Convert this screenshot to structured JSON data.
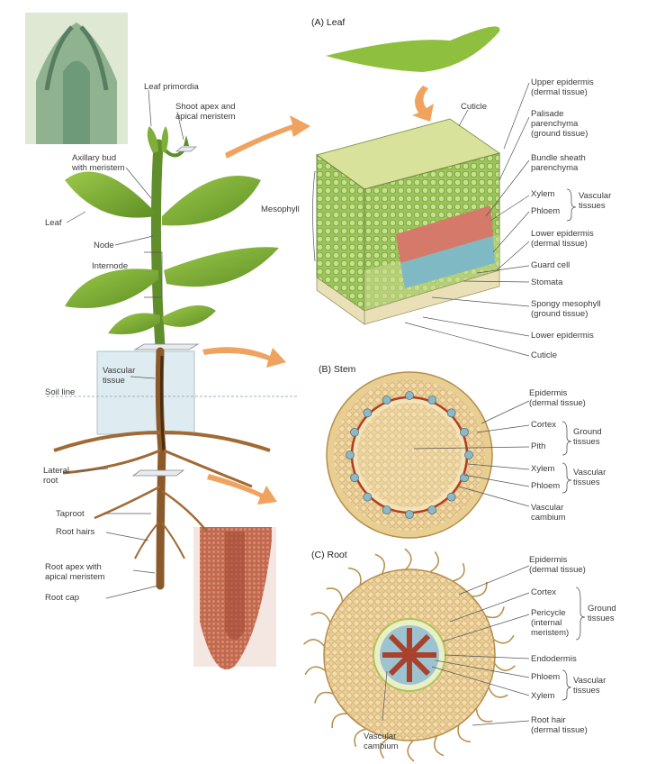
{
  "headings": {
    "leaf": "(A) Leaf",
    "stem": "(B) Stem",
    "root": "(C) Root"
  },
  "plant": {
    "leaf_primordia": "Leaf primordia",
    "shoot_apex": "Shoot apex and",
    "shoot_apex2": "apical meristem",
    "axillary_bud": "Axillary bud",
    "axillary_bud2": "with meristem",
    "leaf": "Leaf",
    "node": "Node",
    "internode": "Internode",
    "vascular_tissue": "Vascular",
    "vascular_tissue2": "tissue",
    "soil_line": "Soil line",
    "lateral_root": "Lateral",
    "lateral_root2": "root",
    "taproot": "Taproot",
    "root_hairs": "Root hairs",
    "root_apex": "Root apex with",
    "root_apex2": "apical meristem",
    "root_cap": "Root cap"
  },
  "leaf_section": {
    "cuticle_top": "Cuticle",
    "upper_epidermis": "Upper epidermis",
    "upper_epidermis2": "(dermal tissue)",
    "palisade": "Palisade",
    "palisade2": "parenchyma",
    "palisade3": "(ground tissue)",
    "bundle_sheath": "Bundle sheath",
    "bundle_sheath2": "parenchyma",
    "xylem": "Xylem",
    "phloem": "Phloem",
    "vascular": "Vascular",
    "vascular2": "tissues",
    "lower_epidermis": "Lower epidermis",
    "lower_epidermis2": "(dermal tissue)",
    "guard_cell": "Guard cell",
    "stomata": "Stomata",
    "spongy": "Spongy mesophyll",
    "spongy2": "(ground tissue)",
    "lower_epidermis_b": "Lower epidermis",
    "cuticle_bottom": "Cuticle",
    "mesophyll": "Mesophyll"
  },
  "stem_section": {
    "epidermis": "Epidermis",
    "epidermis2": "(dermal tissue)",
    "cortex": "Cortex",
    "pith": "Pith",
    "ground": "Ground",
    "ground2": "tissues",
    "xylem": "Xylem",
    "phloem": "Phloem",
    "vascular": "Vascular",
    "vascular2": "tissues",
    "cambium": "Vascular",
    "cambium2": "cambium"
  },
  "root_section": {
    "epidermis": "Epidermis",
    "epidermis2": "(dermal tissue)",
    "cortex": "Cortex",
    "pericycle": "Pericycle",
    "pericycle2": "(internal",
    "pericycle3": "meristem)",
    "ground": "Ground",
    "ground2": "tissues",
    "endodermis": "Endodermis",
    "phloem": "Phloem",
    "xylem": "Xylem",
    "vascular": "Vascular",
    "vascular2": "tissues",
    "root_hair": "Root hair",
    "root_hair2": "(dermal tissue)",
    "cambium": "Vascular",
    "cambium2": "cambium"
  }
}
